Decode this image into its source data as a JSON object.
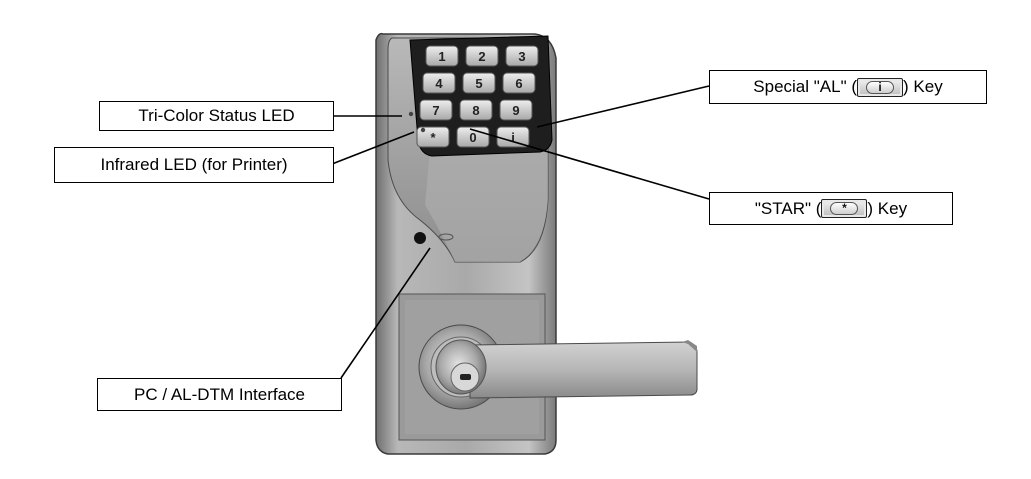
{
  "callouts": {
    "tri_color_led": "Tri-Color Status LED",
    "infrared_led": "Infrared LED (for Printer)",
    "pc_interface": "PC / AL-DTM Interface",
    "al_key_prefix": "Special \"AL\" (",
    "al_key_suffix": ") Key",
    "star_key_prefix": "\"STAR\" (",
    "star_key_suffix": ") Key"
  },
  "keypad": {
    "keys": [
      "1",
      "2",
      "3",
      "4",
      "5",
      "6",
      "7",
      "8",
      "9",
      "*",
      "0",
      "i"
    ]
  },
  "icons": {
    "al_key_glyph": "i",
    "star_key_glyph": "*"
  }
}
